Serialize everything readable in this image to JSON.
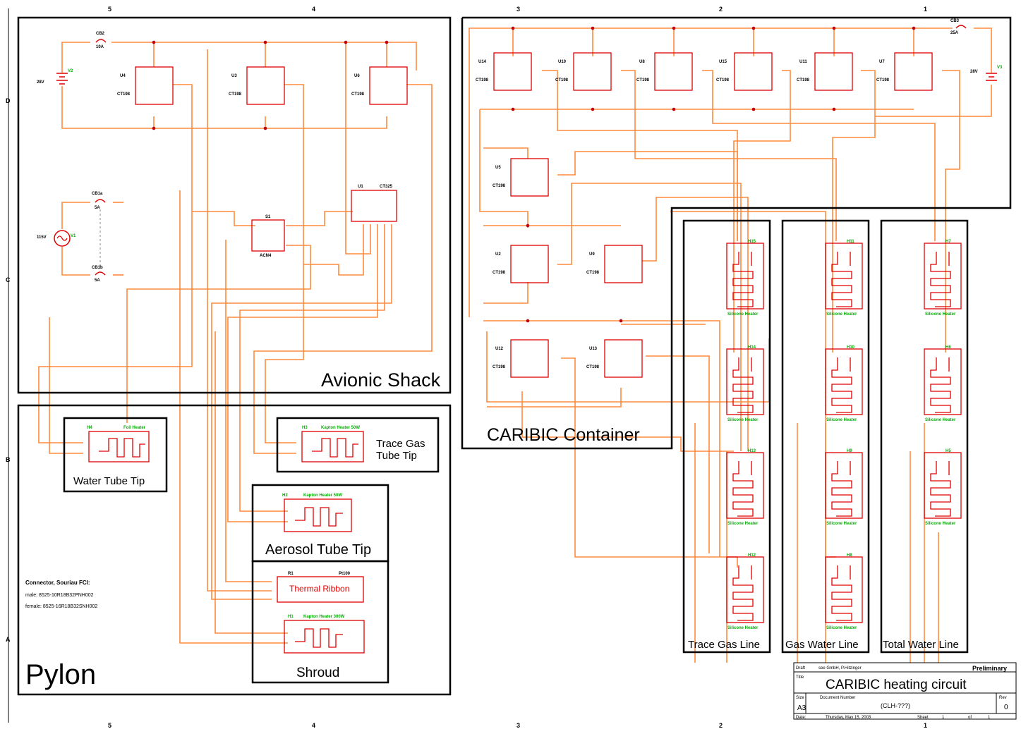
{
  "border": {
    "cols_top": [
      "5",
      "4",
      "3",
      "2",
      "1"
    ],
    "cols_bottom": [
      "5",
      "4",
      "3",
      "2",
      "1"
    ],
    "rows": [
      "D",
      "C",
      "B",
      "A"
    ]
  },
  "sections": {
    "avionic_shack": "Avionic Shack",
    "pylon": "Pylon",
    "caribic_container": "CARIBIC Container",
    "trace_gas_line": "Trace Gas Line",
    "gas_water_line": "Gas Water Line",
    "total_water_line": "Total Water Line"
  },
  "heater_boxes": {
    "water_tube_tip": "Water Tube Tip",
    "trace_gas_tube_tip_1": "Trace Gas",
    "trace_gas_tube_tip_2": "Tube Tip",
    "aerosol_tube_tip": "Aerosol Tube Tip",
    "shroud": "Shroud",
    "thermal_ribbon": "Thermal Ribbon"
  },
  "components": {
    "v2_label": "V2",
    "v2_volt": "28V",
    "v1_label": "V1",
    "v1_volt": "115V",
    "v3_label": "V3",
    "v3_volt": "28V",
    "cb2": "CB2",
    "cb2_rating": "10A",
    "cb1a": "CB1a",
    "cb1a_rating": "5A",
    "cb1b": "CB1b",
    "cb1b_rating": "5A",
    "cb3": "CB3",
    "cb3_rating": "25A",
    "s1": "S1",
    "s1_part": "ACN4",
    "u1": "U1",
    "u1_part": "CT325",
    "ct_part": "CT198",
    "heater_h4": "H4",
    "heater_h4_type": "Foil Heater",
    "heater_h3": "H3",
    "heater_h3_type": "Kapton Heater 50W",
    "heater_h2": "H2",
    "heater_h2_type": "Kapton Heater 50W",
    "heater_h1": "H1",
    "heater_h1_type": "Kapton Heater 300W",
    "r1": "R1",
    "r1_type": "Pt100",
    "silicone": "Silicone Heater"
  },
  "ct_units_shack": [
    "U4",
    "U3",
    "U6"
  ],
  "ct_units_container_top": [
    "U14",
    "U10",
    "U8",
    "U15",
    "U11",
    "U7"
  ],
  "ct_units_container_mid": [
    "U5",
    "U2",
    "U9",
    "U12",
    "U13"
  ],
  "line_heaters": {
    "trace_gas": [
      "H15",
      "H14",
      "H13",
      "H12"
    ],
    "gas_water": [
      "H11",
      "H10",
      "H9",
      "H8"
    ],
    "total_water": [
      "H7",
      "H6",
      "H5"
    ]
  },
  "connector": {
    "title": "Connector, Souriau FCI:",
    "male": "male: 8525-10R18B32PNH002",
    "female": "female: 8525-16R18B32SNH002"
  },
  "title_block": {
    "draft_label": "Draft",
    "draft_value": "see GmbH, P.Hitzinger",
    "status": "Preliminary",
    "title_label": "Title",
    "title": "CARIBIC heating circuit",
    "size_label": "Size",
    "size": "A3",
    "docnum_label": "Document Number",
    "docnum": "(CLH-???)",
    "rev_label": "Rev",
    "rev": "0",
    "date_label": "Date:",
    "date": "Thursday, May 15, 2003",
    "sheet_label": "Sheet",
    "sheet": "1",
    "of_label": "of",
    "of": "1"
  },
  "colors": {
    "wire": "#ff8a3d",
    "component": "#e00000",
    "pin_label": "#00b000",
    "frame": "#000000"
  }
}
